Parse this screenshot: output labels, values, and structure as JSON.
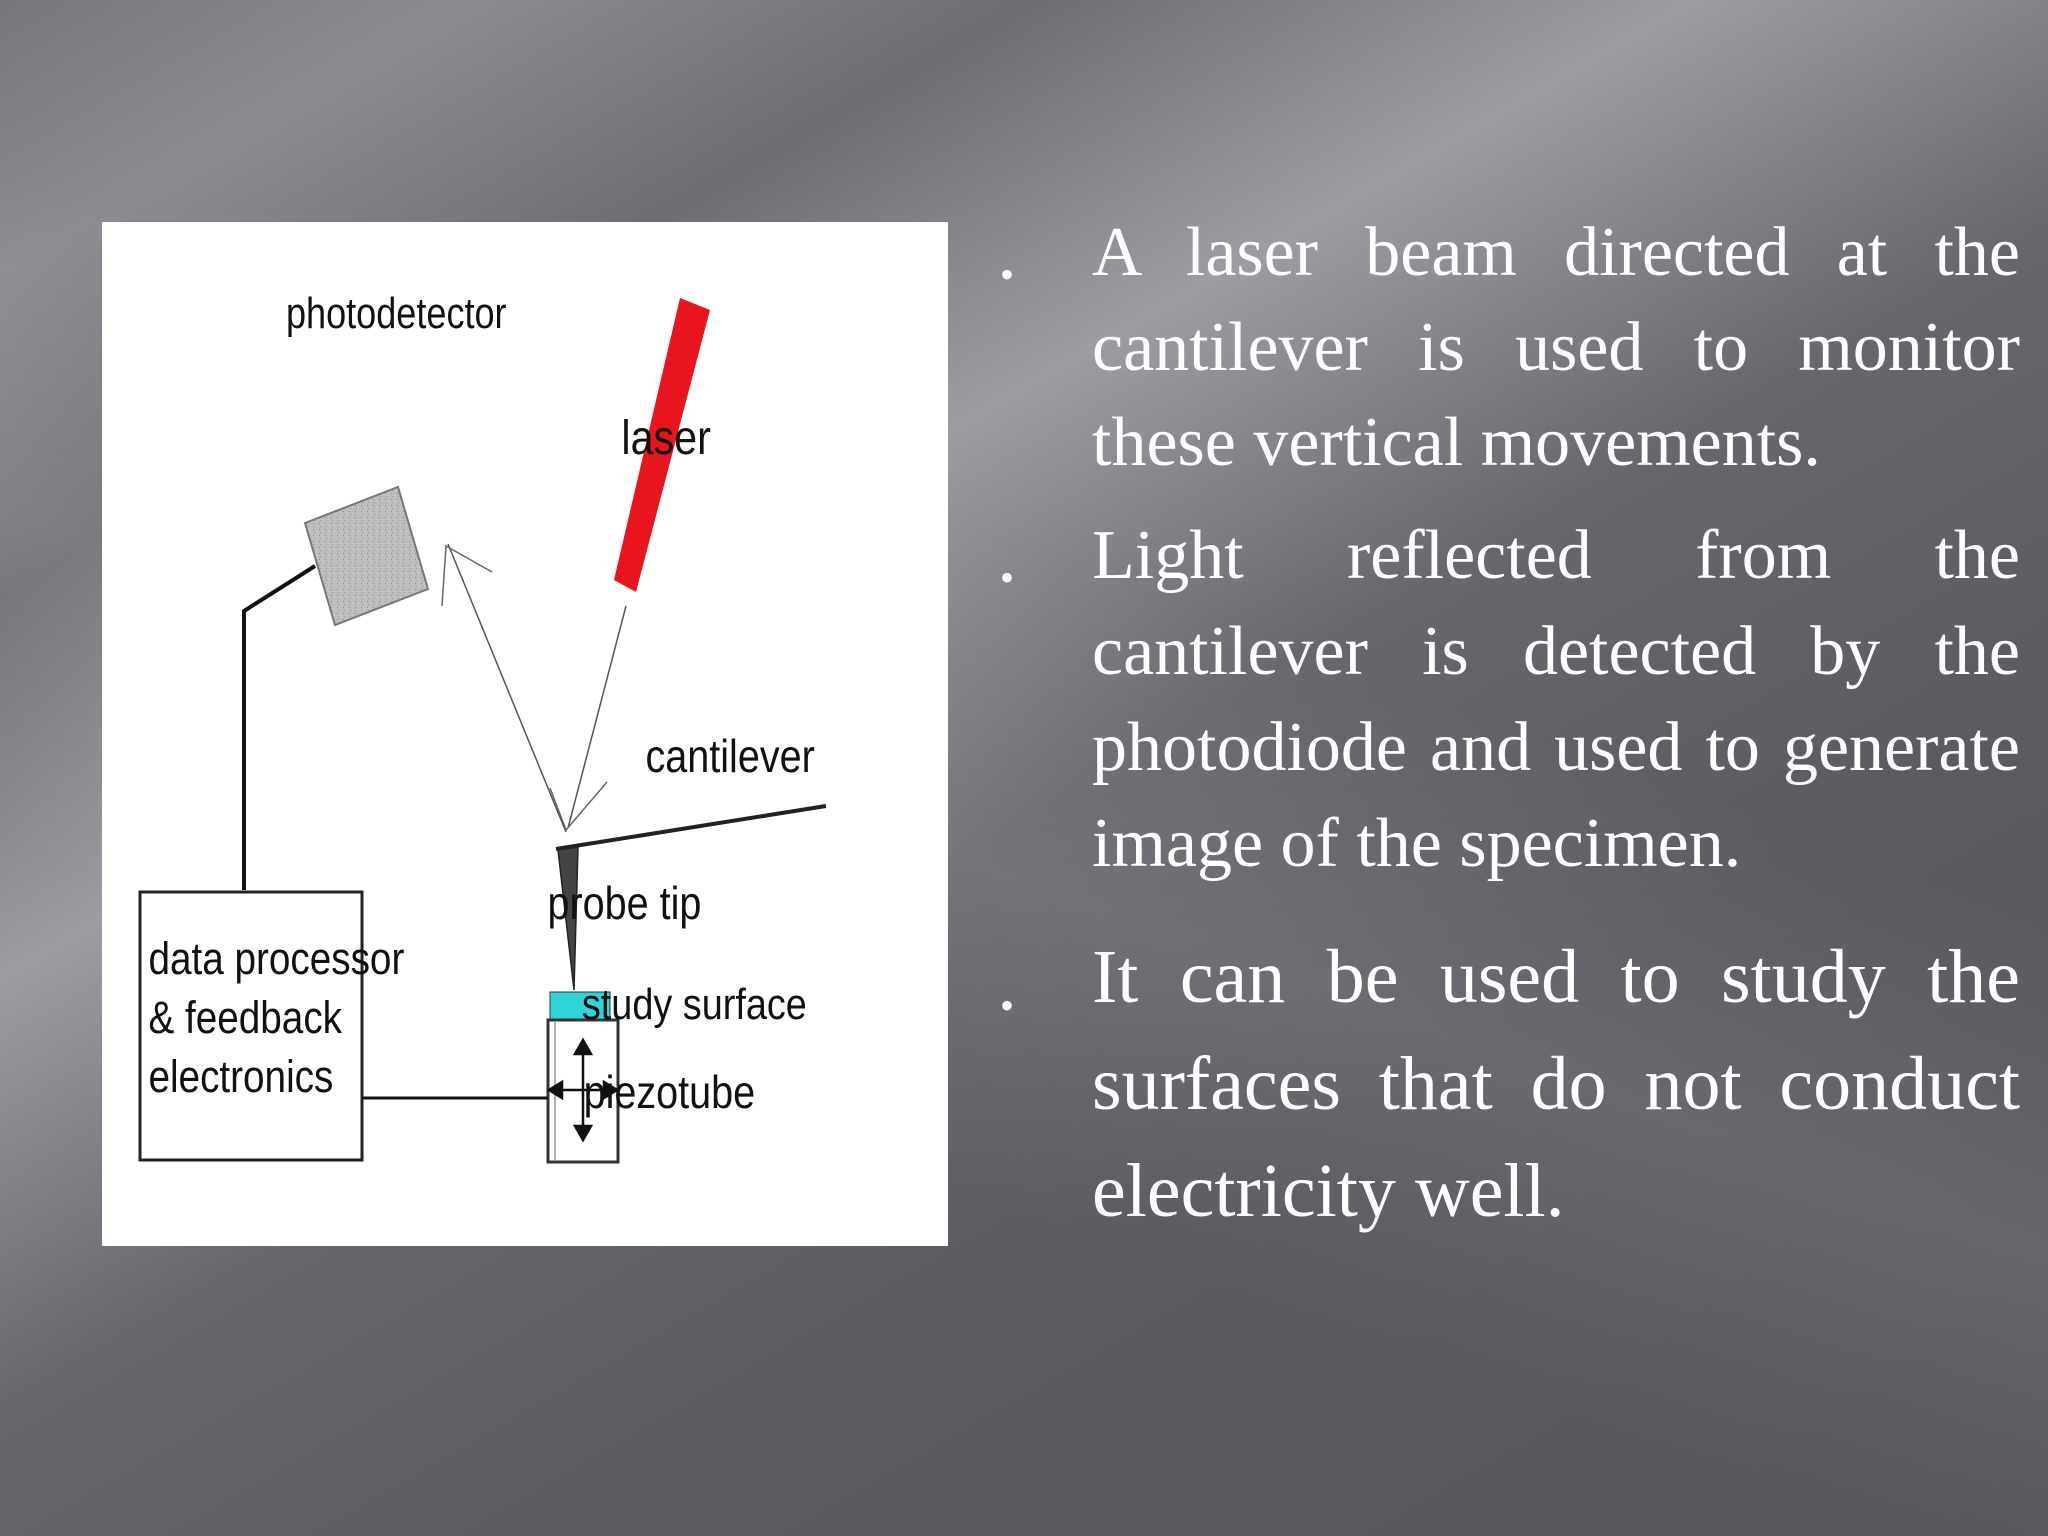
{
  "diagram": {
    "labels": {
      "photodetector": "photodetector",
      "laser": "laser",
      "cantilever": "cantilever",
      "probe_tip": "probe tip",
      "study_surface": "study surface",
      "piezotube": "piezotube",
      "processor_line1": "data processor",
      "processor_line2": "& feedback",
      "processor_line3": "electronics"
    },
    "colors": {
      "laser": "#e8141e",
      "photodetector": "#b9b9b9",
      "study_surface": "#2fd4d8"
    }
  },
  "bullets": [
    {
      "marker": "•",
      "text": "A laser beam directed at the cantilever is used to monitor these vertical movements."
    },
    {
      "marker": "•",
      "text": "Light reflected from the cantilever is detected by the photodiode and used to generate image of the specimen."
    },
    {
      "marker": "•",
      "text": "It can be used to study the surfaces that do not conduct electricity well."
    }
  ]
}
